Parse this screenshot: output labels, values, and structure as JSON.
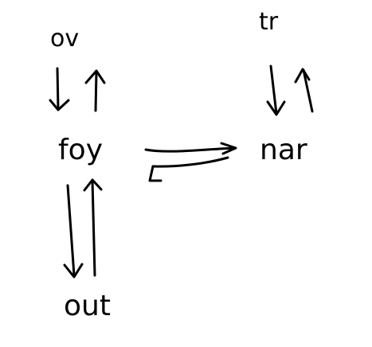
{
  "diagram": {
    "ink_color": "#000000",
    "background_color": "#ffffff",
    "nodes": {
      "ov": "ov",
      "tr": "tr",
      "foy": "foy",
      "nar": "nar",
      "out": "out"
    }
  }
}
